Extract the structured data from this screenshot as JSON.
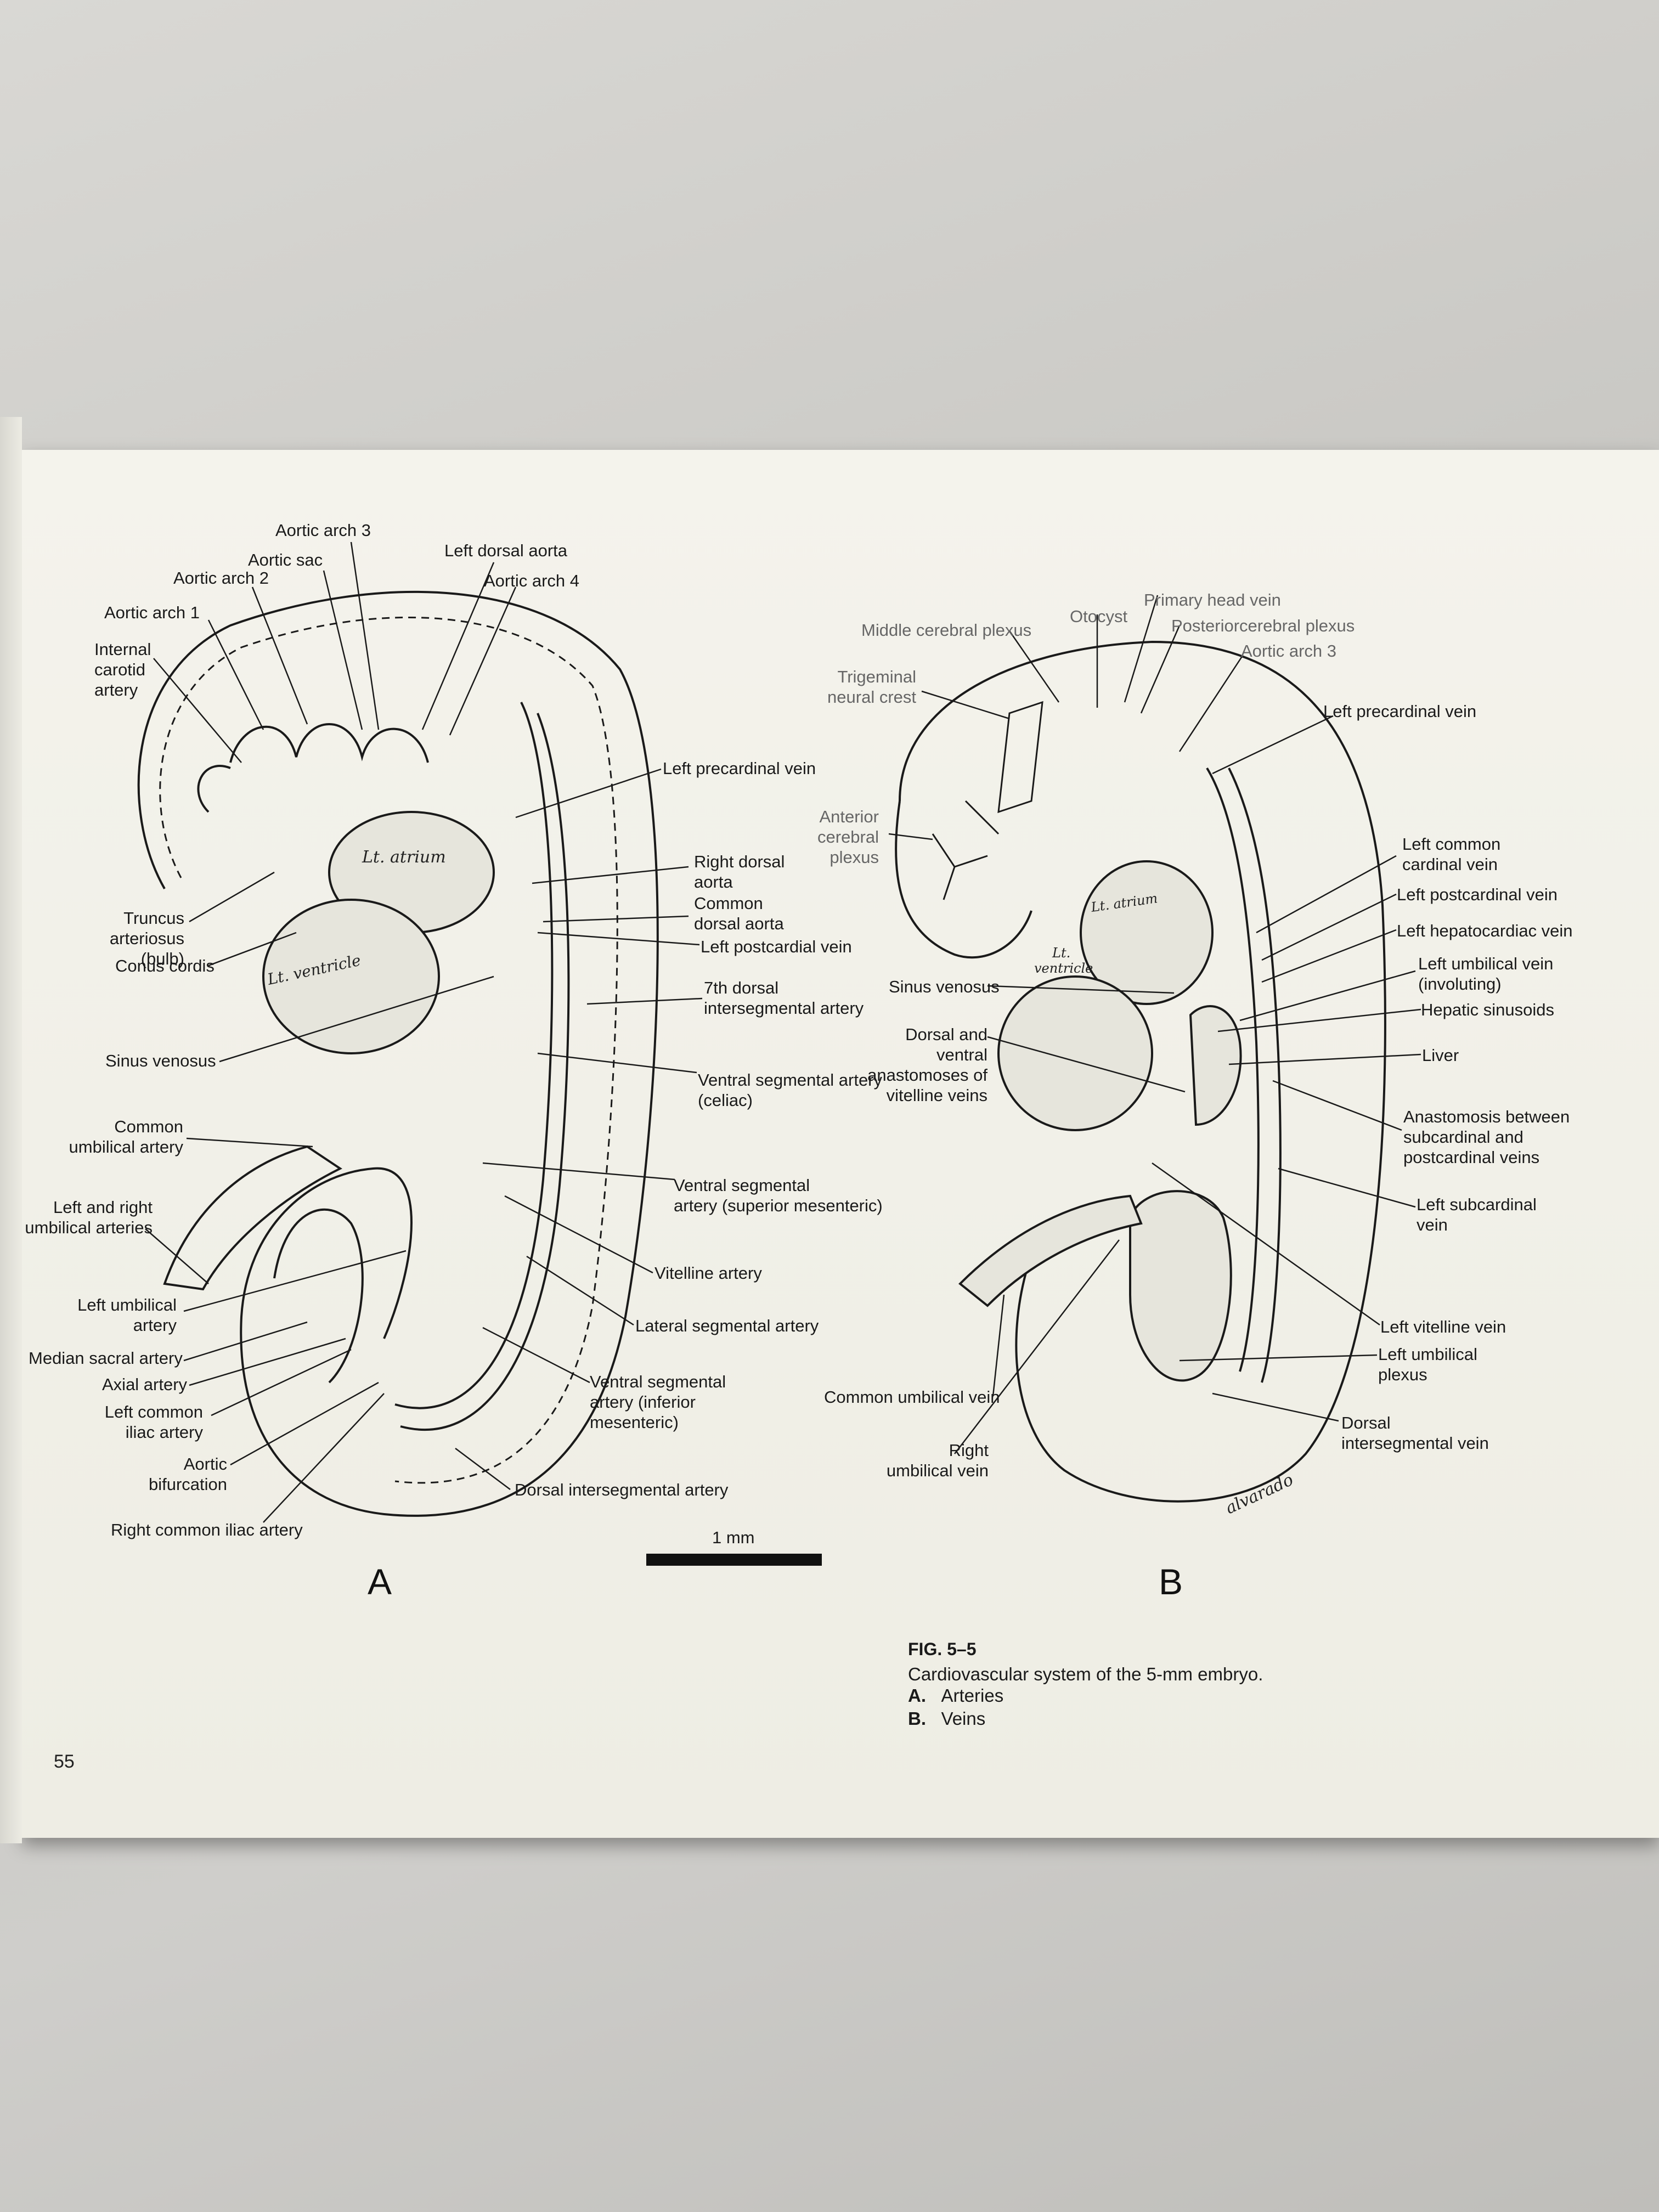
{
  "page_number": "55",
  "scale_bar": {
    "label": "1 mm"
  },
  "panel_a": {
    "letter": "A",
    "labels": [
      "Aortic arch 3",
      "Aortic sac",
      "Aortic arch 2",
      "Aortic arch 1",
      "Internal\ncarotid\nartery",
      "Left dorsal aorta",
      "Aortic arch 4",
      "Left precardinal vein",
      "Right dorsal\naorta",
      "Common\ndorsal aorta",
      "Left postcardial vein",
      "7th dorsal\nintersegmental artery",
      "Ventral segmental artery\n(celiac)",
      "Ventral segmental\nartery (superior mesenteric)",
      "Vitelline artery",
      "Lateral segmental artery",
      "Ventral segmental\nartery (inferior\nmesenteric)",
      "Dorsal intersegmental artery",
      "Truncus arteriosus\n(bulb)",
      "Conus cordis",
      "Sinus venosus",
      "Common\numbilical artery",
      "Left and right\numbilical arteries",
      "Left umbilical\nartery",
      "Median sacral artery",
      "Axial artery",
      "Left common\niliac artery",
      "Aortic\nbifurcation",
      "Right common iliac artery"
    ],
    "drawing_text": [
      "Lt. atrium",
      "Lt. ventricle"
    ]
  },
  "panel_b": {
    "letter": "B",
    "labels": [
      "Primary head vein",
      "Otocyst",
      "Posteriorcerebral plexus",
      "Middle cerebral plexus",
      "Aortic arch 3",
      "Trigeminal\nneural crest",
      "Left precardinal vein",
      "Anterior\ncerebral\nplexus",
      "Left common\ncardinal vein",
      "Left postcardinal vein",
      "Left hepatocardiac vein",
      "Left umbilical vein\n(involuting)",
      "Hepatic sinusoids",
      "Liver",
      "Sinus venosus",
      "Dorsal and ventral\nanastomoses of\nvitelline veins",
      "Anastomosis between\nsubcardinal and\npostcardinal veins",
      "Left subcardinal\nvein",
      "Left vitelline vein",
      "Left umbilical\nplexus",
      "Common umbilical vein",
      "Dorsal\nintersegmental vein",
      "Right\numbilical vein"
    ],
    "drawing_text": [
      "Lt. atrium",
      "Lt.\nventricle"
    ]
  },
  "caption": {
    "fig": "FIG. 5–5",
    "text": "Cardiovascular system of the 5-mm embryo.",
    "items": [
      {
        "key": "A.",
        "value": "Arteries"
      },
      {
        "key": "B.",
        "value": "Veins"
      }
    ]
  },
  "colors": {
    "paper": "#f4f3ec",
    "ink": "#1a1a1a",
    "book_cover": "#8e3a2a",
    "stipple_fill": "#e6e5dc"
  }
}
